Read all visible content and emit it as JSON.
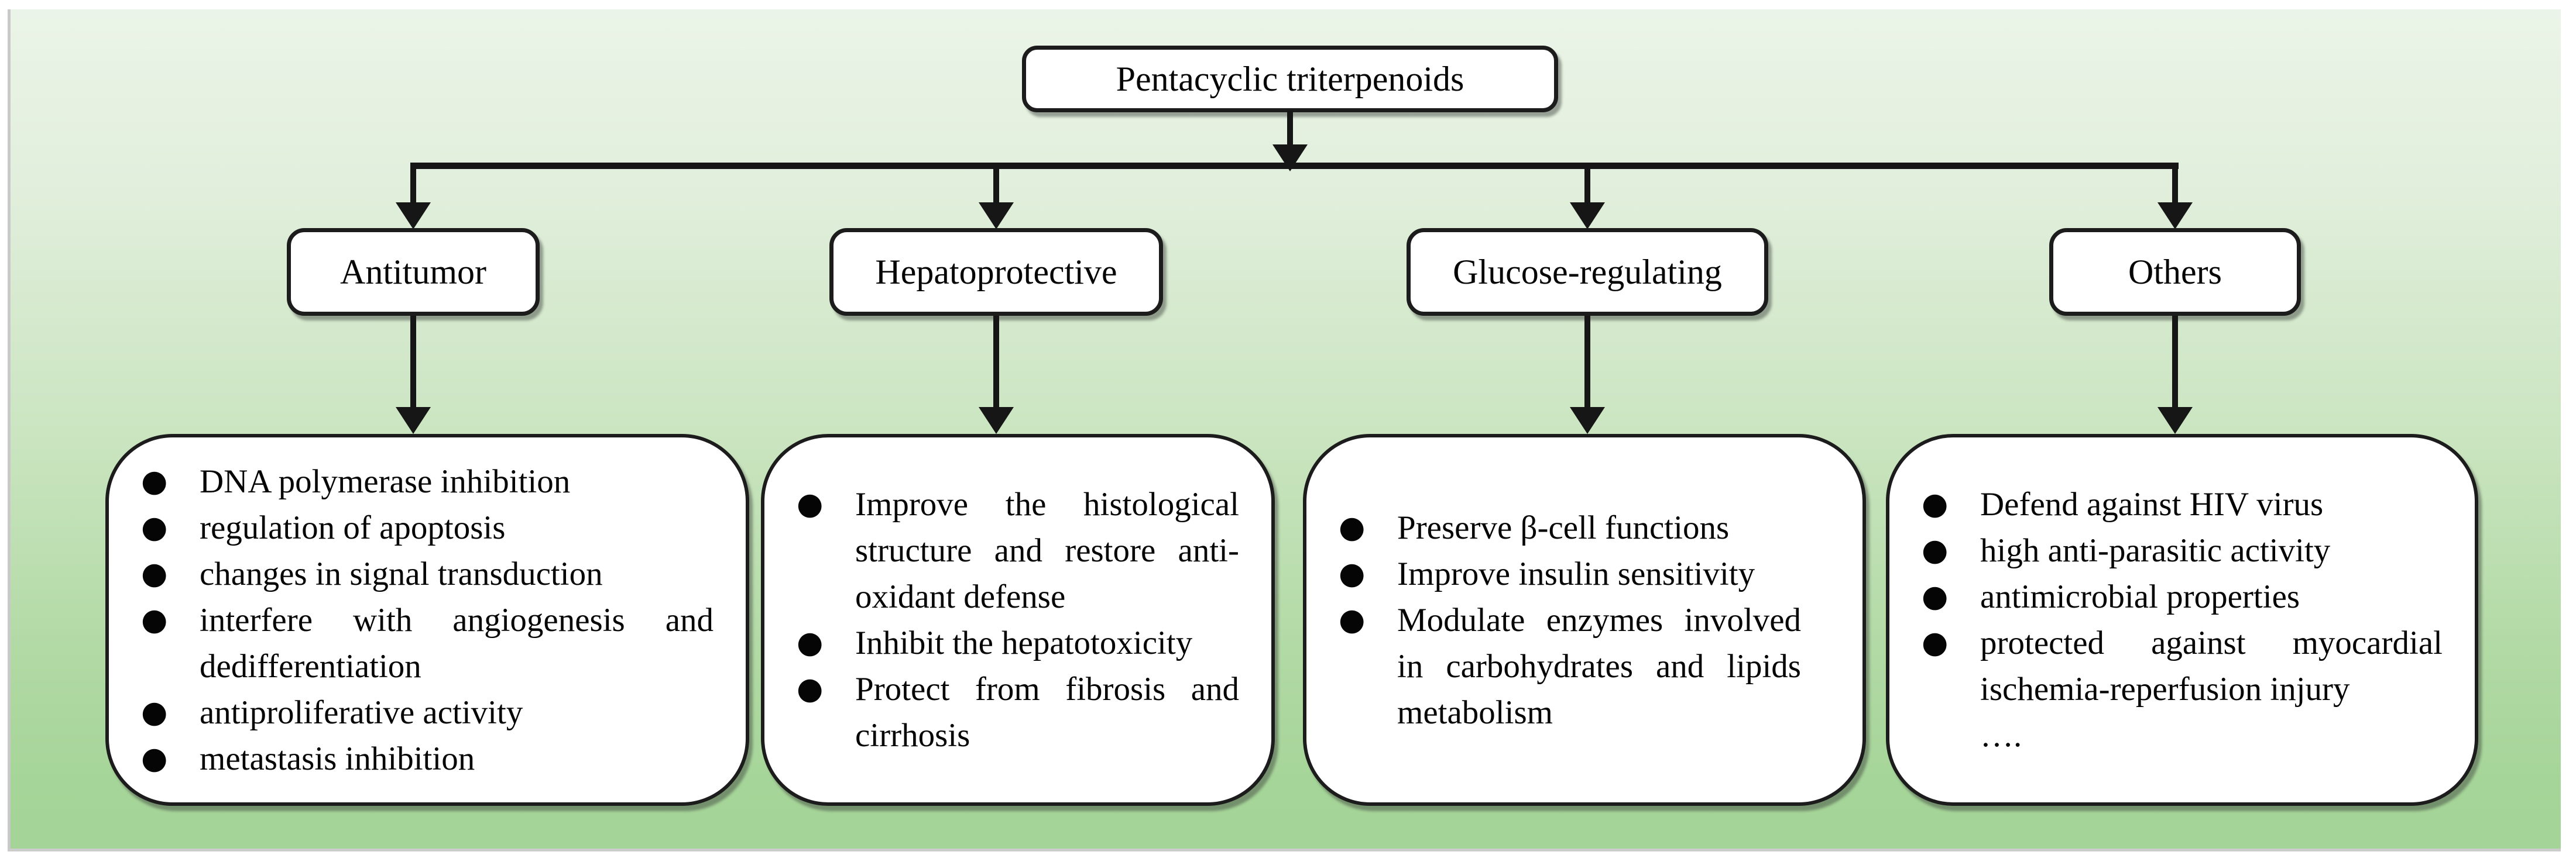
{
  "figure": {
    "root_label": "Pentacyclic triterpenoids",
    "bullet_glyph": "●",
    "branches": [
      {
        "label": "Antitumor",
        "items": [
          {
            "bullet": true,
            "text": "DNA polymerase inhibition"
          },
          {
            "bullet": true,
            "text": "regulation of apoptosis"
          },
          {
            "bullet": true,
            "text": "changes in signal transduction"
          },
          {
            "bullet": true,
            "text": "interfere with angiogenesis and dedifferentiation"
          },
          {
            "bullet": true,
            "text": "antiproliferative activity"
          },
          {
            "bullet": true,
            "text": "metastasis inhibition"
          }
        ]
      },
      {
        "label": "Hepatoprotective",
        "items": [
          {
            "bullet": true,
            "text": "Improve the histological structure and restore anti-oxidant defense"
          },
          {
            "bullet": true,
            "text": "Inhibit the hepatotoxicity"
          },
          {
            "bullet": true,
            "text": "Protect from fibrosis and cirrhosis"
          }
        ]
      },
      {
        "label": "Glucose-regulating",
        "items": [
          {
            "bullet": true,
            "text": "Preserve β-cell functions"
          },
          {
            "bullet": true,
            "text": "Improve insulin sensitivity"
          },
          {
            "bullet": true,
            "text": "Modulate enzymes involved in carbohydrates and lipids metabolism"
          }
        ]
      },
      {
        "label": "Others",
        "items": [
          {
            "bullet": true,
            "text": "Defend against HIV virus"
          },
          {
            "bullet": true,
            "text": "high anti-parasitic activity"
          },
          {
            "bullet": true,
            "text": "antimicrobial properties"
          },
          {
            "bullet": true,
            "text": "protected against myocardial ischemia-reperfusion injury"
          },
          {
            "bullet": false,
            "text": "…."
          }
        ]
      }
    ]
  },
  "colors": {
    "background_top": "#ebf4e8",
    "background_bottom": "#a4d497",
    "frame_border": "#c9c9c9",
    "box_fill": "#ffffff",
    "box_border": "#1c1c1c",
    "connector": "#161616",
    "text": "#050505"
  }
}
